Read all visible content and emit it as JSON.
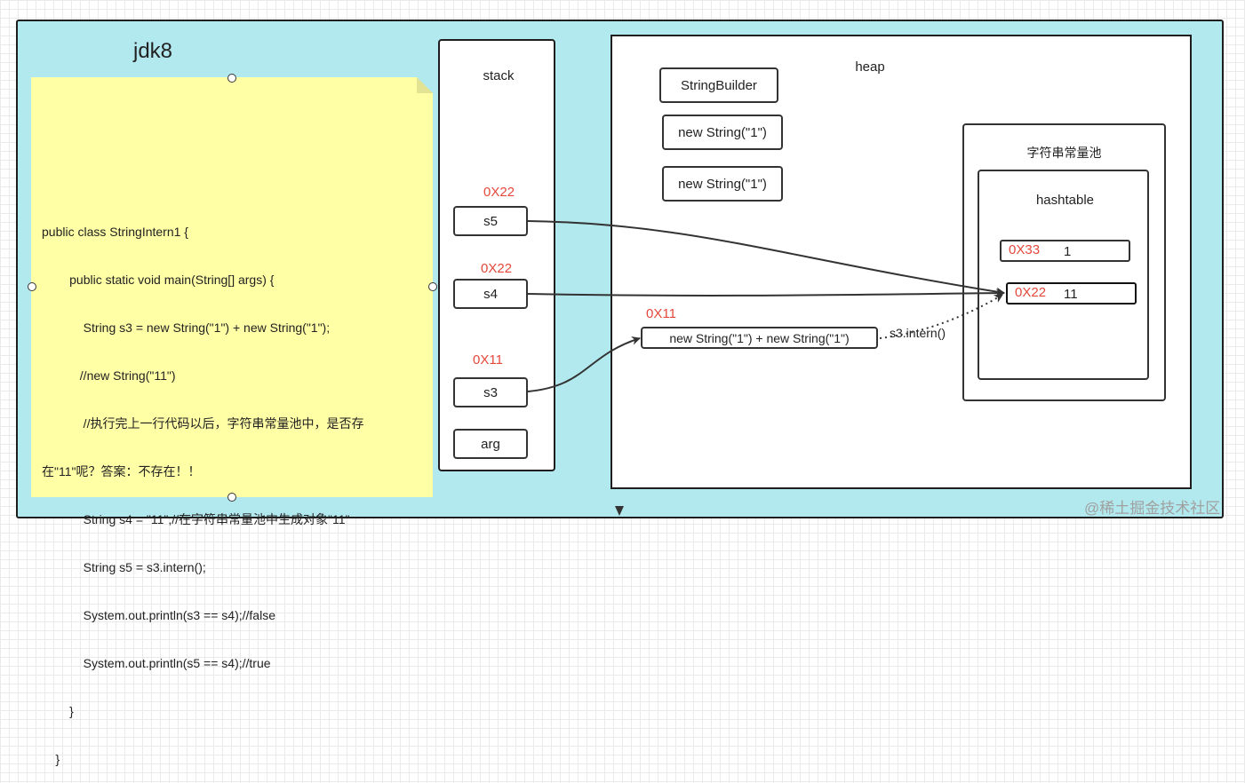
{
  "title": "jdk8",
  "code_lines": [
    "public class StringIntern1 {",
    "        public static void main(String[] args) {",
    "            String s3 = new String(\"1\") + new String(\"1\");",
    "           //new String(\"11\")",
    "            //执行完上一行代码以后，字符串常量池中，是否存",
    "在\"11\"呢？答案：不存在！！",
    "            String s4 = \"11\";//在字符串常量池中生成对象\"11\"",
    "            String s5 = s3.intern();",
    "            System.out.println(s3 == s4);//false",
    "            System.out.println(s5 == s4);//true",
    "        }",
    "    }"
  ],
  "stack": {
    "label": "stack",
    "cells": [
      {
        "name": "s5",
        "addr": "0X22"
      },
      {
        "name": "s4",
        "addr": "0X22"
      },
      {
        "name": "s3",
        "addr": "0X11"
      },
      {
        "name": "arg",
        "addr": ""
      }
    ]
  },
  "heap": {
    "label": "heap",
    "objects": [
      "StringBuilder",
      "new String(\"1\")",
      "new String(\"1\")"
    ],
    "concat": {
      "label": "new String(\"1\") + new String(\"1\")",
      "addr": "0X11"
    },
    "intern_label": "s3.intern()",
    "pool": {
      "label": "字符串常量池",
      "table_label": "hashtable",
      "entries": [
        {
          "addr": "0X33",
          "value": "1"
        },
        {
          "addr": "0X22",
          "value": "11"
        }
      ]
    }
  },
  "watermark": "@稀土掘金技术社区",
  "colors": {
    "background": "#b2e9ee",
    "note": "#ffffa6",
    "address": "#e5483b"
  }
}
